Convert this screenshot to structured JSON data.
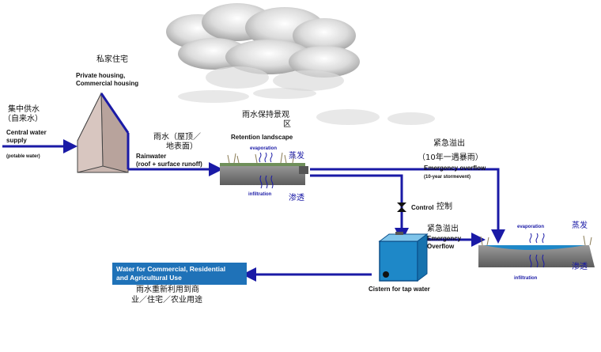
{
  "housing": {
    "label_cn": "私家住宅",
    "label_en_1": "Private housing,",
    "label_en_2": "Commercial housing"
  },
  "supply": {
    "label_cn_1": "集中供水",
    "label_cn_2": "（自来水）",
    "label_en_1": "Central water",
    "label_en_2": "supply",
    "note": "(potable water)"
  },
  "rainwater": {
    "label_cn_1": "雨水（屋顶／",
    "label_cn_2": "地表面）",
    "label_en_1": "Rainwater",
    "label_en_2": "(roof + surface  runoff)"
  },
  "retention": {
    "label_cn_1": "雨水保持景观",
    "label_cn_2": "区",
    "label_en": "Retention landscape",
    "evaporation_en": "evaporation",
    "evaporation_cn": "蒸发",
    "infiltration_en": "infiltration",
    "infiltration_cn": "渗透"
  },
  "overflow_top": {
    "label_cn_1": "紧急溢出",
    "label_cn_2": "（10年一遇暴雨）",
    "label_en": "Emergency overflow",
    "note": "(10-year stormevent)"
  },
  "control": {
    "label_en": "Control",
    "label_cn": "控制"
  },
  "overflow_mid": {
    "label_cn": "紧急溢出",
    "label_en_1": "Emergency",
    "label_en_2": "Overflow"
  },
  "cistern": {
    "label": "Cistern for tap water"
  },
  "reuse": {
    "box_1": "Water for Commercial, Residential",
    "box_2": "and Agricultural Use",
    "label_cn_1": "雨水重新利用到商",
    "label_cn_2": "业／住宅／农业用途"
  },
  "basin_right": {
    "evaporation_en": "evaporation",
    "evaporation_cn": "蒸发",
    "infiltration_en": "infiltration",
    "infiltration_cn": "渗透"
  },
  "colors": {
    "pipe": "#1a1aa6",
    "water": "#1e88c8",
    "house": "#c9a7a0",
    "box": "#1f72b8"
  }
}
